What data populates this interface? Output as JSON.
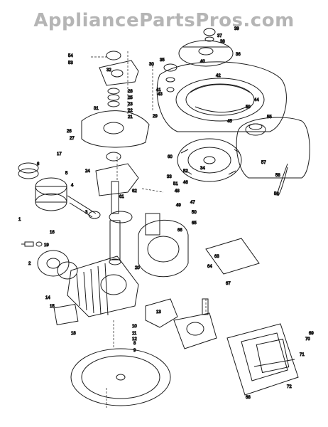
{
  "watermark": "AppliancePartsPros.com",
  "callouts": [
    {
      "id": "c54",
      "text": "54"
    },
    {
      "id": "c53",
      "text": "53"
    },
    {
      "id": "c28",
      "text": "28"
    },
    {
      "id": "c25",
      "text": "25"
    },
    {
      "id": "c23",
      "text": "23"
    },
    {
      "id": "c22",
      "text": "22"
    },
    {
      "id": "c21",
      "text": "21"
    },
    {
      "id": "c30",
      "text": "30"
    },
    {
      "id": "c24",
      "text": "24"
    },
    {
      "id": "c17",
      "text": "17"
    },
    {
      "id": "c6",
      "text": "6"
    },
    {
      "id": "c5",
      "text": "5"
    },
    {
      "id": "c4",
      "text": "4"
    },
    {
      "id": "c3",
      "text": "3"
    },
    {
      "id": "c2",
      "text": "2"
    },
    {
      "id": "c1",
      "text": "1"
    },
    {
      "id": "c16",
      "text": "16"
    },
    {
      "id": "c19",
      "text": "19"
    },
    {
      "id": "c20",
      "text": "20"
    },
    {
      "id": "c26",
      "text": "26"
    },
    {
      "id": "c27",
      "text": "27"
    },
    {
      "id": "c29",
      "text": "29"
    },
    {
      "id": "c31",
      "text": "31"
    },
    {
      "id": "c32",
      "text": "32"
    },
    {
      "id": "c33",
      "text": "33"
    },
    {
      "id": "c34",
      "text": "34"
    },
    {
      "id": "c35",
      "text": "35"
    },
    {
      "id": "c36",
      "text": "36"
    },
    {
      "id": "c37",
      "text": "37"
    },
    {
      "id": "c38",
      "text": "38"
    },
    {
      "id": "c39",
      "text": "39"
    },
    {
      "id": "c40",
      "text": "40"
    },
    {
      "id": "c41",
      "text": "41"
    },
    {
      "id": "c42",
      "text": "42"
    },
    {
      "id": "c43",
      "text": "43"
    },
    {
      "id": "c44",
      "text": "44"
    },
    {
      "id": "c45",
      "text": "45"
    },
    {
      "id": "c46",
      "text": "46"
    },
    {
      "id": "c47",
      "text": "47"
    },
    {
      "id": "c48",
      "text": "48"
    },
    {
      "id": "c49",
      "text": "49"
    },
    {
      "id": "c50",
      "text": "50"
    },
    {
      "id": "c51",
      "text": "51"
    },
    {
      "id": "c52",
      "text": "52"
    },
    {
      "id": "c55",
      "text": "55"
    },
    {
      "id": "c56",
      "text": "56"
    },
    {
      "id": "c57",
      "text": "57"
    },
    {
      "id": "c58",
      "text": "58"
    },
    {
      "id": "c59",
      "text": "59"
    },
    {
      "id": "c60",
      "text": "60"
    },
    {
      "id": "c61",
      "text": "61"
    },
    {
      "id": "c62",
      "text": "62"
    },
    {
      "id": "c63",
      "text": "63"
    },
    {
      "id": "c64",
      "text": "64"
    },
    {
      "id": "c65",
      "text": "65"
    },
    {
      "id": "c66",
      "text": "66"
    },
    {
      "id": "c67",
      "text": "67"
    },
    {
      "id": "c68",
      "text": "68"
    },
    {
      "id": "c69",
      "text": "69"
    },
    {
      "id": "c70",
      "text": "70"
    },
    {
      "id": "c71",
      "text": "71"
    },
    {
      "id": "c72",
      "text": "72"
    },
    {
      "id": "c8",
      "text": "8"
    },
    {
      "id": "c9",
      "text": "9"
    },
    {
      "id": "c10",
      "text": "10"
    },
    {
      "id": "c11",
      "text": "11"
    },
    {
      "id": "c12",
      "text": "12"
    },
    {
      "id": "c13",
      "text": "13"
    },
    {
      "id": "c14",
      "text": "14"
    },
    {
      "id": "c15",
      "text": "15"
    },
    {
      "id": "c18",
      "text": "18"
    }
  ]
}
